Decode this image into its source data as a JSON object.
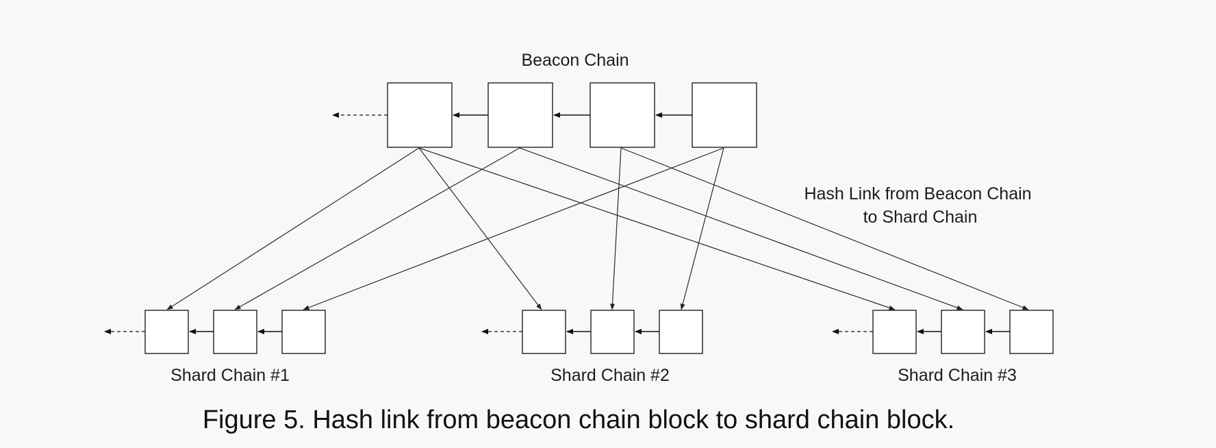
{
  "beacon": {
    "title": "Beacon Chain",
    "block_count": 4
  },
  "link_label": {
    "line1": "Hash Link from Beacon Chain",
    "line2": "to Shard Chain"
  },
  "shards": [
    {
      "label": "Shard Chain #1",
      "block_count": 3
    },
    {
      "label": "Shard Chain #2",
      "block_count": 3
    },
    {
      "label": "Shard Chain #3",
      "block_count": 3
    }
  ],
  "caption": "Figure 5. Hash link from beacon chain block to shard chain block.",
  "colors": {
    "background": "#f7f8fa",
    "block_fill": "#ffffff",
    "line": "#111111"
  }
}
